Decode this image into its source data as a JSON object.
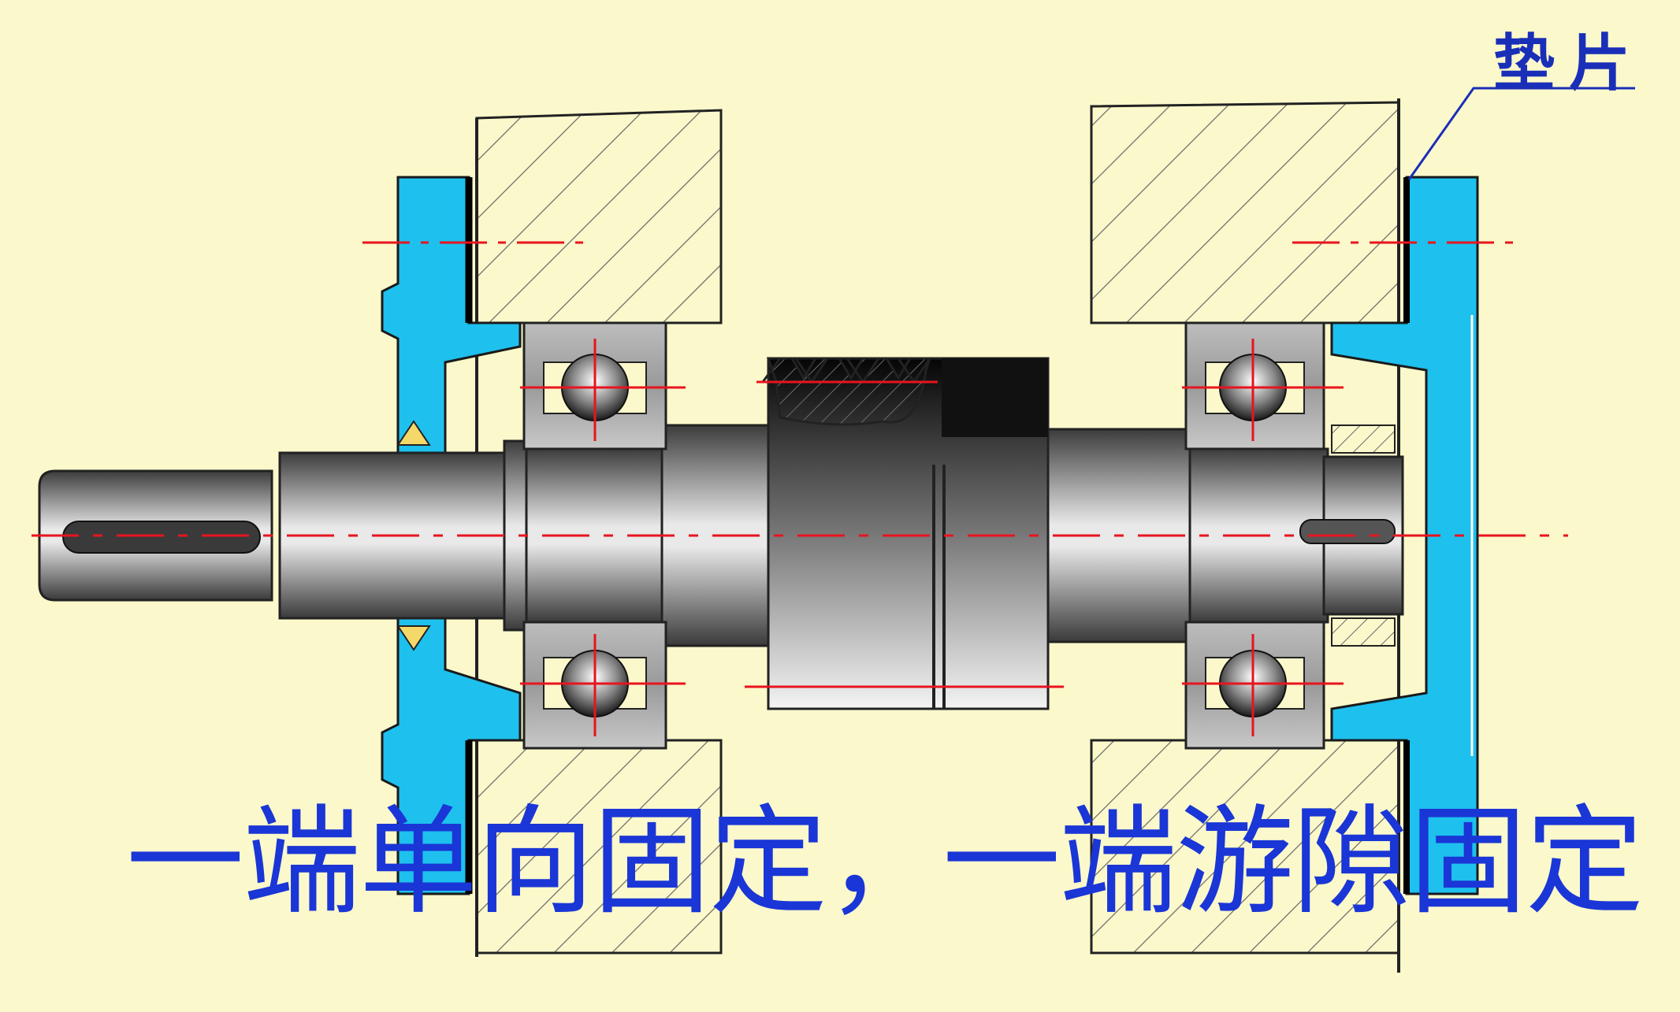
{
  "caption": "一端单向固定，一端游隙固定",
  "callout": {
    "label": "垫片"
  },
  "colors": {
    "background": "#fbf8cb",
    "bearing_cap": "#1ec0ee",
    "centerline": "#e8141e",
    "text": "#1a36d6",
    "callout_line": "#1a2fb8"
  },
  "icons": [
    "shaft",
    "gear",
    "ball-bearing-left",
    "ball-bearing-right",
    "bearing-cap-left",
    "bearing-cap-right",
    "housing-wall-left",
    "housing-wall-right",
    "seal",
    "locknut"
  ]
}
